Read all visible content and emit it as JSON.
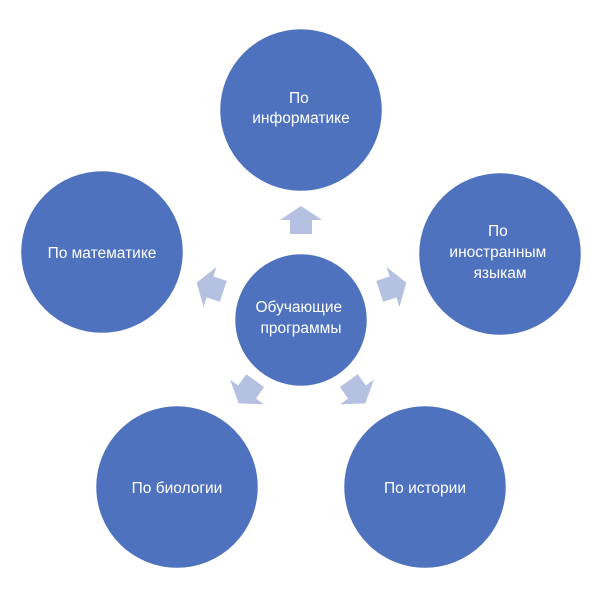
{
  "diagram": {
    "colors": {
      "node_fill": "#4f72be",
      "node_border": "#ffffff",
      "arrow_fill": "#b4c1e0",
      "text": "#ffffff"
    },
    "center": {
      "lines": [
        "Обучающие",
        "программы"
      ]
    },
    "nodes": [
      {
        "id": "informatics",
        "lines": [
          "По",
          "информатике"
        ]
      },
      {
        "id": "languages",
        "lines": [
          "По",
          "иностранным",
          "языкам"
        ]
      },
      {
        "id": "history",
        "lines": [
          "По истории"
        ]
      },
      {
        "id": "biology",
        "lines": [
          "По биологии"
        ]
      },
      {
        "id": "math",
        "lines": [
          "По математике"
        ]
      }
    ]
  }
}
